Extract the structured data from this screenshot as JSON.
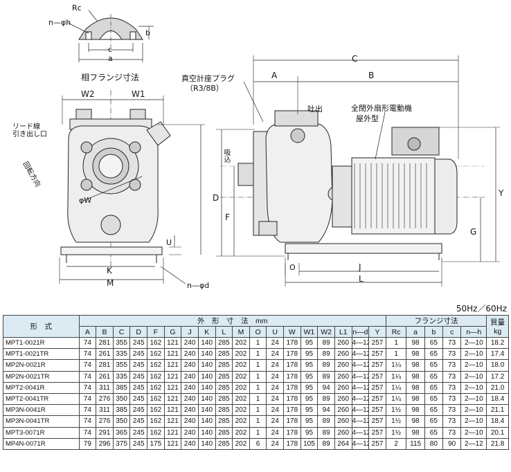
{
  "header_note": "50Hz／60Hz",
  "drawing_labels": {
    "rc": "Rc",
    "n_phi_h": "n—φh",
    "b_small": "b",
    "c_small": "c",
    "a_small": "a",
    "flange_caption": "相フランジ寸法",
    "W2": "W2",
    "W1": "W1",
    "lead_wire": "リード線\n引き出し口",
    "rotation": "回転方向",
    "phiW": "φW",
    "U": "U",
    "K": "K",
    "M": "M",
    "n_phi_d": "n—φd",
    "C": "C",
    "A": "A",
    "B": "B",
    "vacuum_plug": "真空計座プラグ",
    "vacuum_plug_size": "（R3/8B）",
    "discharge": "吐出",
    "motor_type": "全閉外扇形電動機",
    "outdoor": "屋外型",
    "suction": "吸込",
    "D": "D",
    "F": "F",
    "Y": "Y",
    "G": "G",
    "O": "O",
    "J": "J",
    "L": "L"
  },
  "table": {
    "model_header": "形　式",
    "outer_dims_header": "外　形　寸　法　mm",
    "flange_header": "フランジ寸法",
    "mass_header": "質量",
    "mass_unit": "kg",
    "sub_headers": [
      "A",
      "B",
      "C",
      "D",
      "F",
      "G",
      "J",
      "K",
      "L",
      "M",
      "O",
      "U",
      "W",
      "W1",
      "W2",
      "L1",
      "n—d",
      "Y",
      "Rc",
      "a",
      "b",
      "c",
      "n—h"
    ],
    "rows": [
      [
        "MPT1-0021R",
        "74",
        "281",
        "355",
        "245",
        "162",
        "121",
        "240",
        "140",
        "285",
        "202",
        "1",
        "24",
        "178",
        "95",
        "89",
        "260",
        "4—12",
        "257",
        "1",
        "98",
        "65",
        "73",
        "2—10",
        "18.2"
      ],
      [
        "MPT1-0021TR",
        "74",
        "261",
        "335",
        "245",
        "162",
        "121",
        "240",
        "140",
        "285",
        "202",
        "1",
        "24",
        "178",
        "95",
        "89",
        "260",
        "4—12",
        "257",
        "1",
        "98",
        "65",
        "73",
        "2—10",
        "17.4"
      ],
      [
        "MP2N-0021R",
        "74",
        "281",
        "355",
        "245",
        "162",
        "121",
        "240",
        "140",
        "285",
        "202",
        "1",
        "24",
        "178",
        "95",
        "89",
        "260",
        "4—12",
        "257",
        "1¼",
        "98",
        "65",
        "73",
        "2—10",
        "18.0"
      ],
      [
        "MP2N-0021TR",
        "74",
        "261",
        "335",
        "245",
        "162",
        "121",
        "240",
        "140",
        "285",
        "202",
        "1",
        "24",
        "178",
        "95",
        "89",
        "260",
        "4—12",
        "257",
        "1¼",
        "98",
        "65",
        "73",
        "2—10",
        "17.2"
      ],
      [
        "MPT2-0041R",
        "74",
        "311",
        "385",
        "245",
        "162",
        "121",
        "240",
        "140",
        "285",
        "202",
        "1",
        "24",
        "178",
        "95",
        "94",
        "260",
        "4—12",
        "257",
        "1¼",
        "98",
        "65",
        "73",
        "2—10",
        "21.0"
      ],
      [
        "MPT2-0041TR",
        "74",
        "276",
        "350",
        "245",
        "162",
        "121",
        "240",
        "140",
        "285",
        "202",
        "1",
        "24",
        "178",
        "95",
        "89",
        "260",
        "4—12",
        "257",
        "1¼",
        "98",
        "65",
        "73",
        "2—10",
        "18.4"
      ],
      [
        "MP3N-0041R",
        "74",
        "311",
        "385",
        "245",
        "162",
        "121",
        "240",
        "140",
        "285",
        "202",
        "1",
        "24",
        "178",
        "95",
        "94",
        "260",
        "4—12",
        "257",
        "1½",
        "98",
        "65",
        "73",
        "2—10",
        "21.1"
      ],
      [
        "MP3N-0041TR",
        "74",
        "276",
        "350",
        "245",
        "162",
        "121",
        "240",
        "140",
        "285",
        "202",
        "1",
        "24",
        "178",
        "95",
        "89",
        "260",
        "4—12",
        "257",
        "1½",
        "98",
        "65",
        "73",
        "2—10",
        "18.4"
      ],
      [
        "MPT3-0071R",
        "74",
        "291",
        "365",
        "245",
        "162",
        "121",
        "240",
        "140",
        "285",
        "202",
        "1",
        "24",
        "178",
        "95",
        "89",
        "260",
        "4—12",
        "257",
        "1½",
        "98",
        "65",
        "73",
        "2—10",
        "20.1"
      ],
      [
        "MP4N-0071R",
        "79",
        "296",
        "375",
        "245",
        "175",
        "121",
        "240",
        "140",
        "285",
        "202",
        "6",
        "24",
        "178",
        "105",
        "89",
        "264",
        "4—12",
        "257",
        "2",
        "115",
        "80",
        "90",
        "2—12",
        "21.8"
      ]
    ]
  }
}
